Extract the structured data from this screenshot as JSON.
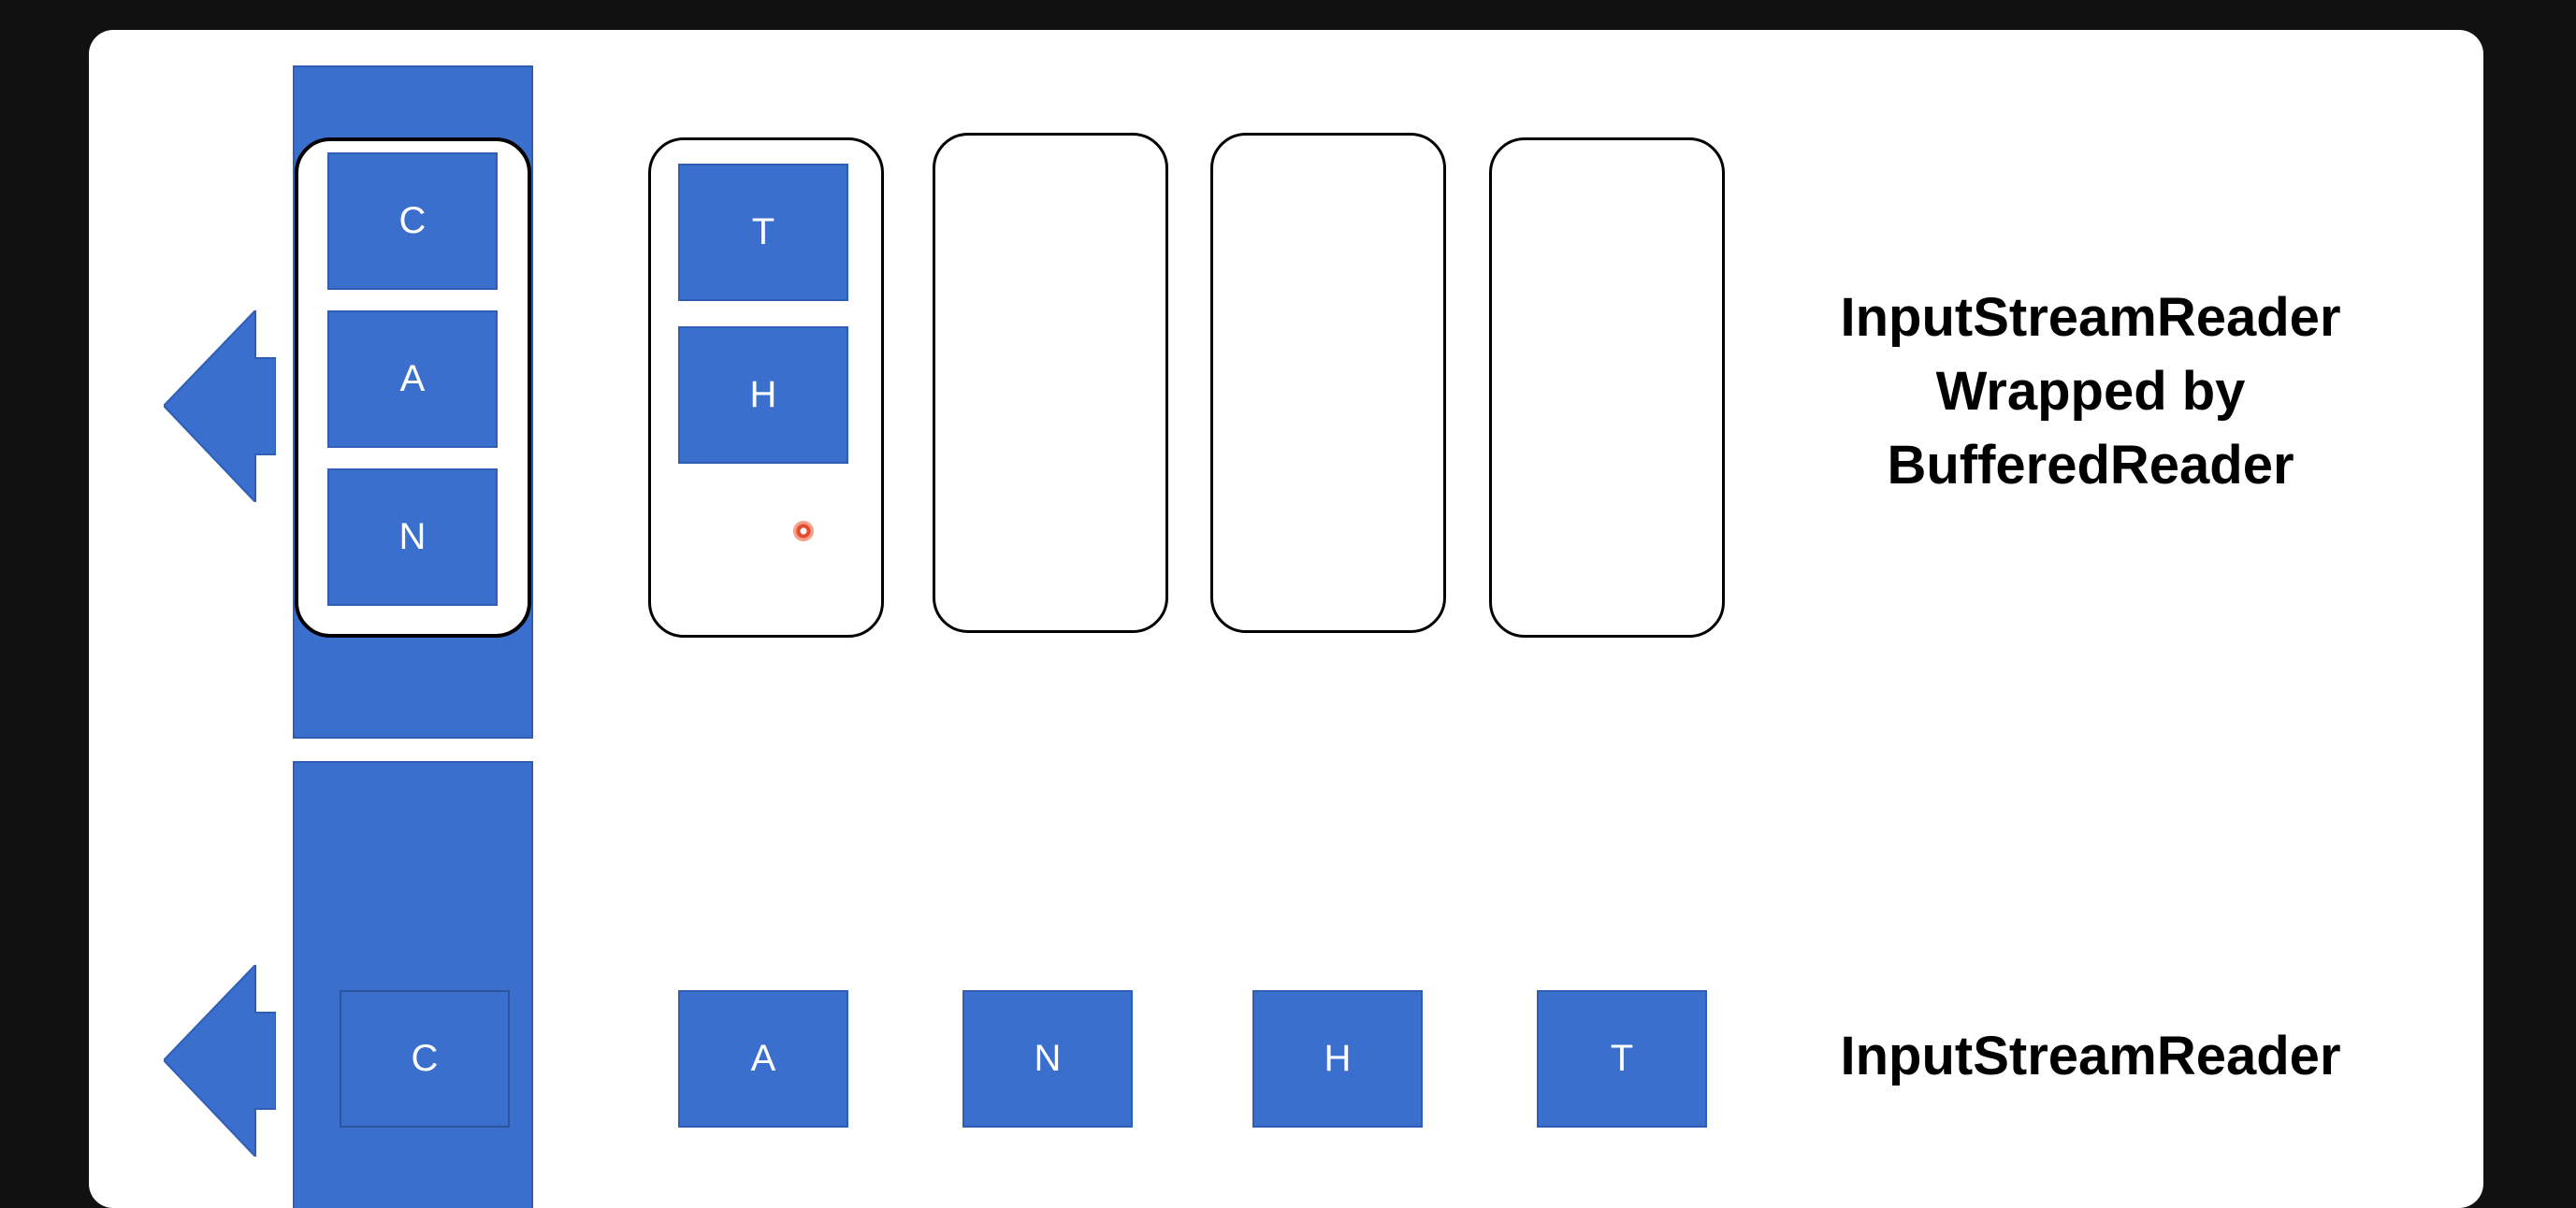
{
  "colors": {
    "background": "#111111",
    "slide": "#ffffff",
    "block_fill": "#3a6fcd",
    "block_border": "#2f5fb5",
    "outline": "#000000",
    "cursor": "#e24b2d"
  },
  "top_row": {
    "label": "InputStreamReader\nWrapped by\nBufferedReader",
    "output_buffer": [
      "C",
      "A",
      "N"
    ],
    "buffer_slots": [
      {
        "chars": [
          "T",
          "H"
        ]
      },
      {
        "chars": []
      },
      {
        "chars": []
      },
      {
        "chars": []
      }
    ]
  },
  "bottom_row": {
    "label": "InputStreamReader",
    "output_char": "C",
    "chars": [
      "A",
      "N",
      "H",
      "T"
    ]
  },
  "icons": {
    "output_arrow_top": "left-arrow-icon",
    "output_arrow_bottom": "left-arrow-icon",
    "pointer": "laser-pointer-icon"
  }
}
